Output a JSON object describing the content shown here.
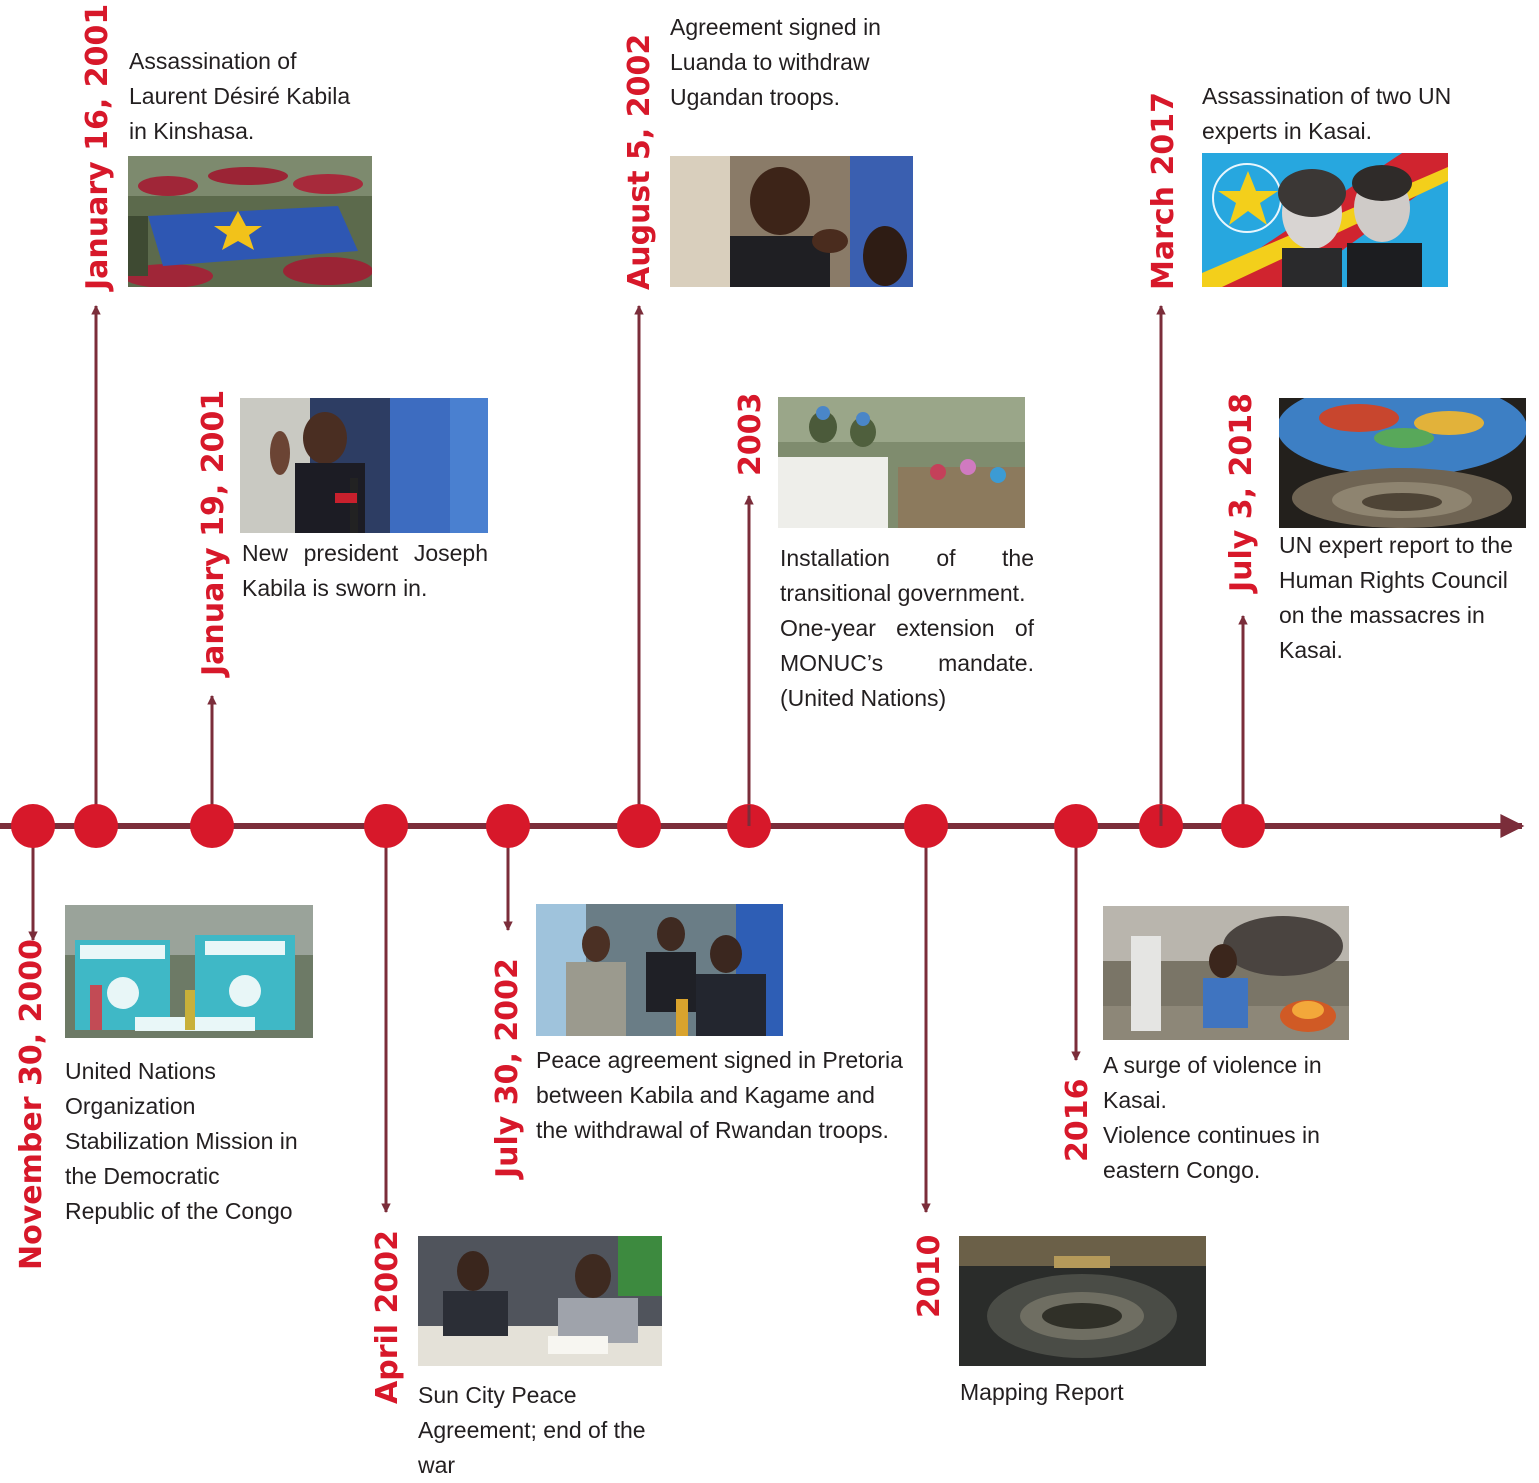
{
  "colors": {
    "axis": "#7b2d3a",
    "dot": "#d7182a",
    "date_text": "#d7182a",
    "caption_text": "#231f20"
  },
  "events": [
    {
      "id": "nov-2000",
      "date": "November 30, 2000",
      "caption": [
        "United Nations Organization Stabilization Mission in the Democratic Republic of the Congo"
      ],
      "image": "monusco-gate-photo"
    },
    {
      "id": "jan16-2001",
      "date": "January 16, 2001",
      "caption": [
        "Assassination of Laurent Désiré Kabila in Kinshasa."
      ],
      "image": "funeral-casket-photo"
    },
    {
      "id": "jan19-2001",
      "date": "January 19, 2001",
      "caption": [
        "New president Joseph Kabila is sworn in."
      ],
      "image": "swearing-in-photo"
    },
    {
      "id": "apr-2002",
      "date": "April 2002",
      "caption": [
        "Sun City Peace Agreement; end of the war"
      ],
      "image": "sun-city-signing-photo"
    },
    {
      "id": "jul30-2002",
      "date": "July 30, 2002",
      "caption": [
        "Peace agreement signed in Pretoria between Kabila and Kagame and the withdrawal of Rwandan troops."
      ],
      "image": "pretoria-handshake-photo"
    },
    {
      "id": "aug5-2002",
      "date": "August 5, 2002",
      "caption": [
        "Agreement signed in Luanda to withdraw Ugandan troops."
      ],
      "image": "luanda-speaker-photo"
    },
    {
      "id": "2003",
      "date": "2003",
      "caption": [
        "Installation of the transitional government.",
        "One-year extension of MONUC’s mandate. (United Nations)"
      ],
      "image": "un-peacekeepers-photo"
    },
    {
      "id": "2010",
      "date": "2010",
      "caption": [
        "Mapping Report"
      ],
      "image": "security-council-photo"
    },
    {
      "id": "2016",
      "date": "2016",
      "caption": [
        "A surge of violence in Kasai.",
        "Violence continues in eastern Congo."
      ],
      "image": "street-violence-photo"
    },
    {
      "id": "mar-2017",
      "date": "March 2017",
      "caption": [
        "Assassination of two UN experts in Kasai."
      ],
      "image": "un-experts-portrait-photo"
    },
    {
      "id": "jul3-2018",
      "date": "July 3, 2018",
      "caption": [
        "UN expert report to the Human Rights Council on the massacres in Kasai."
      ],
      "image": "human-rights-council-photo"
    }
  ]
}
